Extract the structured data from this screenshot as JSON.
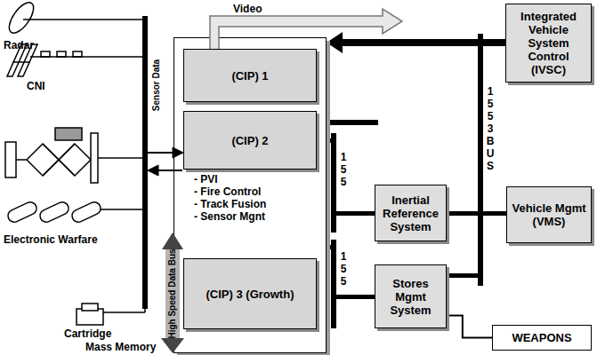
{
  "diagram": {
    "nodes": [
      {
        "text": [
          "- PVI",
          "- Fire Control",
          "- Track Fusion",
          "- Sensor Mgnt"
        ]
      },
      {
        "text": [
          "(CIP) 1"
        ],
        "in": 0
      },
      {
        "text": [
          "(CIP) 2"
        ],
        "in": 0
      },
      {
        "text": [
          "(CIP) 3 (Growth)"
        ],
        "in": 0
      },
      {
        "text": [
          "Integrated Vehicle System Control (IVSC)"
        ]
      },
      {
        "text": [
          "Inertial Reference System"
        ]
      },
      {
        "text": [
          "Vehicle Mgmt (VMS)"
        ]
      },
      {
        "text": [
          "Stores Mgmt System"
        ]
      },
      {
        "text": [
          "WEAPONS"
        ]
      }
    ],
    "edges": [
      {
        "from": 4,
        "to": 0,
        "arrow": "to"
      },
      {
        "from": 7,
        "to": 8,
        "arrow": "none"
      }
    ],
    "labels": [
      "Video",
      "Radar",
      "CNI",
      "Electronic Warfare",
      "Sensor Data",
      "High Speed Data Bus",
      "Cartridge",
      "Mass Memory",
      "1553 BUS",
      "155",
      "155"
    ]
  }
}
